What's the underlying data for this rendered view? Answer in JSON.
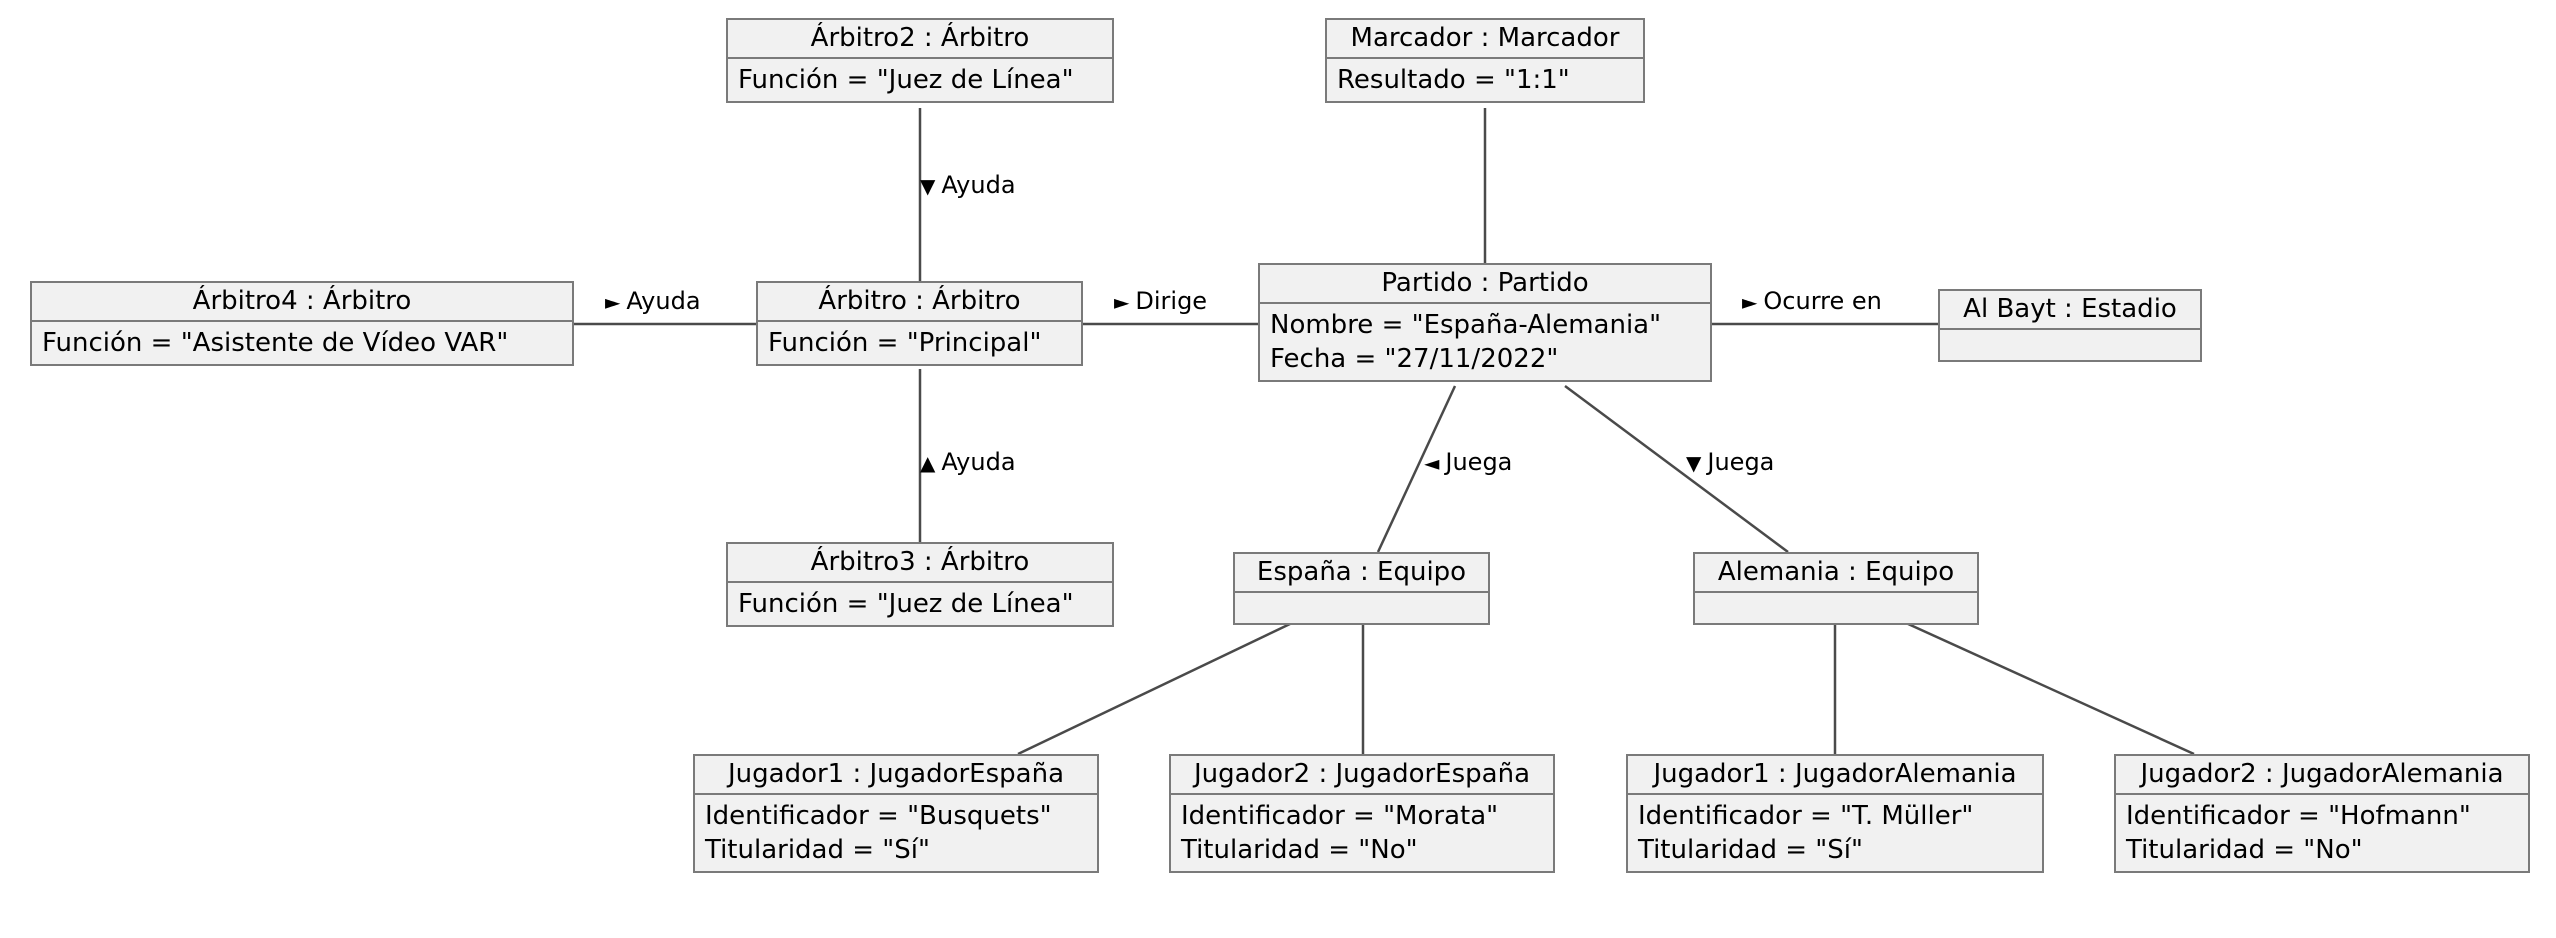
{
  "objects": {
    "arbitro2": {
      "title": "Árbitro2 : Árbitro",
      "attrs": [
        "Función = \"Juez de Línea\""
      ]
    },
    "marcador": {
      "title": "Marcador : Marcador",
      "attrs": [
        "Resultado = \"1:1\""
      ]
    },
    "arbitro4": {
      "title": "Árbitro4 : Árbitro",
      "attrs": [
        "Función = \"Asistente de Vídeo VAR\""
      ]
    },
    "arbitro": {
      "title": "Árbitro : Árbitro",
      "attrs": [
        "Función = \"Principal\""
      ]
    },
    "partido": {
      "title": "Partido : Partido",
      "attrs": [
        "Nombre = \"España-Alemania\"",
        "Fecha = \"27/11/2022\""
      ]
    },
    "albayt": {
      "title": "Al Bayt : Estadio",
      "attrs": []
    },
    "arbitro3": {
      "title": "Árbitro3 : Árbitro",
      "attrs": [
        "Función = \"Juez de Línea\""
      ]
    },
    "espana": {
      "title": "España : Equipo",
      "attrs": []
    },
    "alemania": {
      "title": "Alemania : Equipo",
      "attrs": []
    },
    "esp_jug1": {
      "title": "Jugador1 : JugadorEspaña",
      "attrs": [
        "Identificador = \"Busquets\"",
        "Titularidad = \"Sí\""
      ]
    },
    "esp_jug2": {
      "title": "Jugador2 : JugadorEspaña",
      "attrs": [
        "Identificador = \"Morata\"",
        "Titularidad = \"No\""
      ]
    },
    "ale_jug1": {
      "title": "Jugador1 : JugadorAlemania",
      "attrs": [
        "Identificador = \"T. Müller\"",
        "Titularidad = \"Sí\""
      ]
    },
    "ale_jug2": {
      "title": "Jugador2 : JugadorAlemania",
      "attrs": [
        "Identificador = \"Hofmann\"",
        "Titularidad = \"No\""
      ]
    }
  },
  "links": {
    "ayuda_top": {
      "arrow": "▼",
      "text": "Ayuda"
    },
    "ayuda_left": {
      "arrow": "►",
      "text": "Ayuda"
    },
    "ayuda_bottom": {
      "arrow": "▲",
      "text": "Ayuda"
    },
    "dirige": {
      "arrow": "►",
      "text": "Dirige"
    },
    "ocurre_en": {
      "arrow": "►",
      "text": "Ocurre en"
    },
    "juega_espana": {
      "arrow": "◄",
      "text": "Juega"
    },
    "juega_alemania": {
      "arrow": "▼",
      "text": "Juega"
    }
  }
}
